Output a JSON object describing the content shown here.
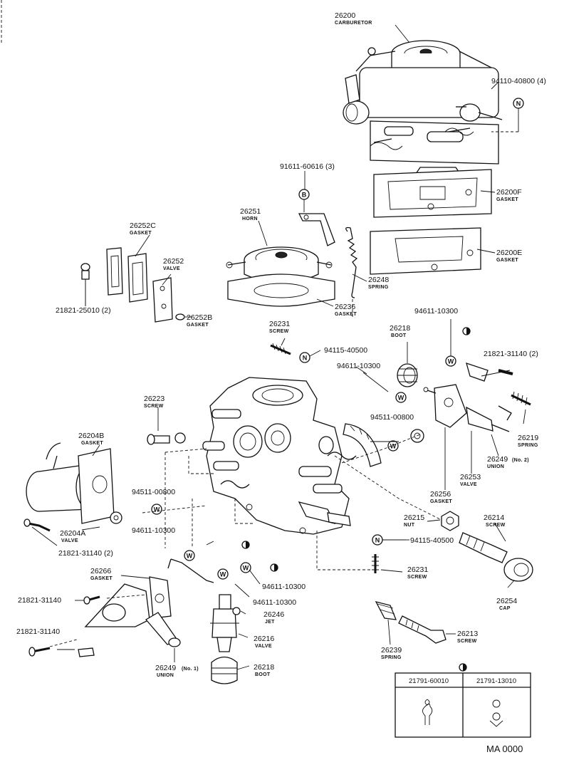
{
  "parts": {
    "p26200": {
      "num": "26200",
      "name": "CARBURETOR"
    },
    "p94110": {
      "num": "94110-40800 (4)"
    },
    "p91611": {
      "num": "91611-60616 (3)"
    },
    "p26200F": {
      "num": "26200F",
      "name": "GASKET"
    },
    "p26251": {
      "num": "26251",
      "name": "HORN"
    },
    "p26200E": {
      "num": "26200E",
      "name": "GASKET"
    },
    "p26252C": {
      "num": "26252C",
      "name": "GASKET"
    },
    "p26252": {
      "num": "26252",
      "name": "VALVE"
    },
    "p26248": {
      "num": "26248",
      "name": "SPRING"
    },
    "p21821_25010": {
      "num": "21821-25010 (2)"
    },
    "p26236": {
      "num": "26236",
      "name": "GASKET"
    },
    "p26252B": {
      "num": "26252B",
      "name": "GASKET"
    },
    "p26231a": {
      "num": "26231",
      "name": "SCREW"
    },
    "p94115a": {
      "num": "94115-40500"
    },
    "p26218a": {
      "num": "26218",
      "name": "BOOT"
    },
    "p94611a": {
      "num": "94611-10300"
    },
    "p94611b": {
      "num": "94611-10300"
    },
    "p21821_31140_2a": {
      "num": "21821-31140 (2)"
    },
    "p26223": {
      "num": "26223",
      "name": "SCREW"
    },
    "p94511a": {
      "num": "94511-00800"
    },
    "p26219": {
      "num": "26219",
      "name": "SPRING"
    },
    "p26249_2": {
      "num": "26249",
      "name": "UNION",
      "note": "(No. 2)"
    },
    "p26204B": {
      "num": "26204B",
      "name": "GASKET"
    },
    "p26253": {
      "num": "26253",
      "name": "VALVE"
    },
    "p26256": {
      "num": "26256",
      "name": "GASKET"
    },
    "p94511b": {
      "num": "94511-00800"
    },
    "p26204A": {
      "num": "26204A",
      "name": "VALVE"
    },
    "p94611c": {
      "num": "94611-10300"
    },
    "p26215": {
      "num": "26215",
      "name": "NUT"
    },
    "p26214": {
      "num": "26214",
      "name": "SCREW"
    },
    "p94115b": {
      "num": "94115-40500"
    },
    "p21821_31140_2b": {
      "num": "21821-31140 (2)"
    },
    "p26231b": {
      "num": "26231",
      "name": "SCREW"
    },
    "p26266": {
      "num": "26266",
      "name": "GASKET"
    },
    "p94611d": {
      "num": "94611-10300"
    },
    "p94611e": {
      "num": "94611-10300"
    },
    "p21821_31140a": {
      "num": "21821-31140"
    },
    "p26246": {
      "num": "26246",
      "name": "JET"
    },
    "p26254": {
      "num": "26254",
      "name": "CAP"
    },
    "p26216": {
      "num": "26216",
      "name": "VALVE"
    },
    "p26213": {
      "num": "26213",
      "name": "SCREW"
    },
    "p21821_31140b": {
      "num": "21821-31140"
    },
    "p26239": {
      "num": "26239",
      "name": "SPRING"
    },
    "p26249_1": {
      "num": "26249",
      "name": "UNION",
      "note": "(No. 1)"
    },
    "p26218b": {
      "num": "26218",
      "name": "BOOT"
    }
  },
  "symbols": {
    "n": "N",
    "b": "B",
    "w": "W"
  },
  "legend_table": {
    "col1": "21791-60010",
    "col2": "21791-13010"
  },
  "footer": "MA 0000"
}
